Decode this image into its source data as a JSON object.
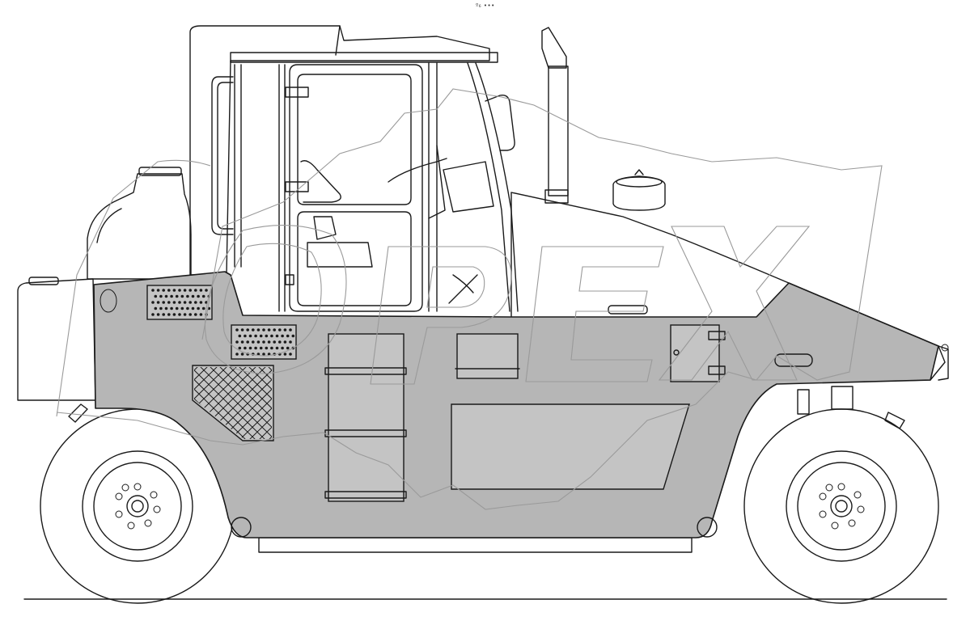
{
  "top_caption": "º₆ •••",
  "watermark": {
    "brand_text": "OPEX",
    "color": "#9a9a9a"
  },
  "diagram": {
    "subject": "pneumatic-tyred-roller-side-view",
    "panel_fill_color": "#b6b6b6",
    "line_color": "#1a1a1a"
  }
}
